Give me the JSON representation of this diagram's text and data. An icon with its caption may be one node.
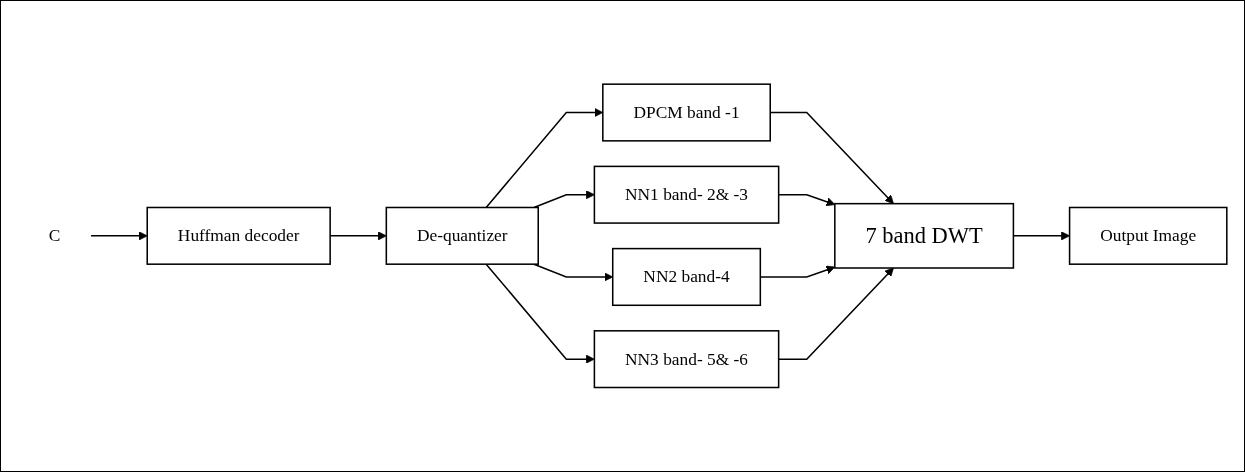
{
  "diagram": {
    "nodes": [
      {
        "text": [
          "C"
        ]
      },
      {
        "text": [
          "Huffman decoder"
        ]
      },
      {
        "text": [
          "De-quantizer"
        ]
      },
      {
        "text": [
          "DPCM band -1"
        ]
      },
      {
        "text": [
          "NN1 band- 2& -3"
        ]
      },
      {
        "text": [
          "NN2 band-4"
        ]
      },
      {
        "text": [
          "NN3 band- 5& -6"
        ]
      },
      {
        "text": [
          "7 band DWT"
        ]
      },
      {
        "text": [
          "Output Image"
        ]
      }
    ],
    "edges": [
      {
        "from": 0,
        "to": 1,
        "arrow": "to"
      },
      {
        "from": 1,
        "to": 2,
        "arrow": "to"
      },
      {
        "from": 2,
        "to": 3,
        "arrow": "to"
      },
      {
        "from": 2,
        "to": 4,
        "arrow": "to"
      },
      {
        "from": 2,
        "to": 5,
        "arrow": "to"
      },
      {
        "from": 2,
        "to": 6,
        "arrow": "to"
      },
      {
        "from": 3,
        "to": 7,
        "arrow": "to"
      },
      {
        "from": 4,
        "to": 7,
        "arrow": "to"
      },
      {
        "from": 5,
        "to": 7,
        "arrow": "to"
      },
      {
        "from": 6,
        "to": 7,
        "arrow": "to"
      },
      {
        "from": 7,
        "to": 8,
        "arrow": "to"
      }
    ]
  }
}
